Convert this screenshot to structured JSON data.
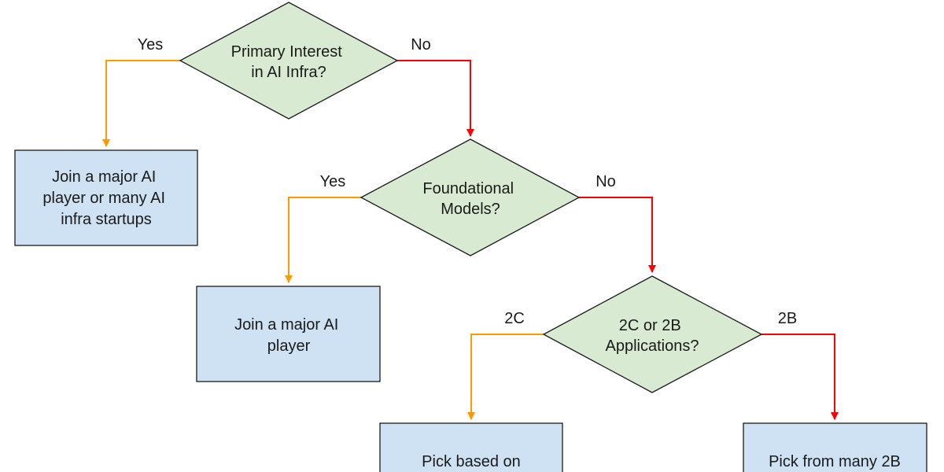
{
  "colors": {
    "decision_fill": "#d9ead3",
    "outcome_fill": "#cfe2f3",
    "stroke": "#1a1a1a",
    "yes_edge": "#ff9900",
    "no_edge": "#ff0000"
  },
  "nodes": {
    "q1": {
      "lines": [
        "Primary Interest",
        "in AI Infra?"
      ]
    },
    "q2": {
      "lines": [
        "Foundational",
        "Models?"
      ]
    },
    "q3": {
      "lines": [
        "2C or 2B",
        "Applications?"
      ]
    },
    "r1": {
      "lines": [
        "Join a major AI",
        "player or many AI",
        "infra startups"
      ]
    },
    "r2": {
      "lines": [
        "Join a major AI",
        "player"
      ]
    },
    "r3": {
      "lines": [
        "Pick based on"
      ]
    },
    "r4": {
      "lines": [
        "Pick from many 2B"
      ]
    }
  },
  "edges": {
    "q1_yes": "Yes",
    "q1_no": "No",
    "q2_yes": "Yes",
    "q2_no": "No",
    "q3_2c": "2C",
    "q3_2b": "2B"
  }
}
